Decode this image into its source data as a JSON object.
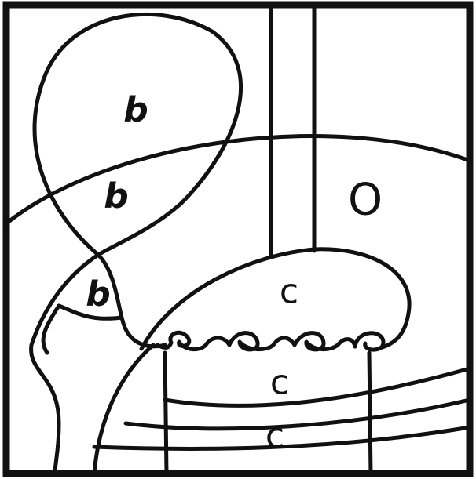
{
  "diagram": {
    "labels": {
      "b_top": "b",
      "b_middle": "b",
      "b_small": "b",
      "o_region": "O",
      "c_upper": "c",
      "c_middle": "c",
      "c_lower": "c"
    },
    "colors": {
      "ink": "#111111",
      "background": "#ffffff"
    }
  }
}
